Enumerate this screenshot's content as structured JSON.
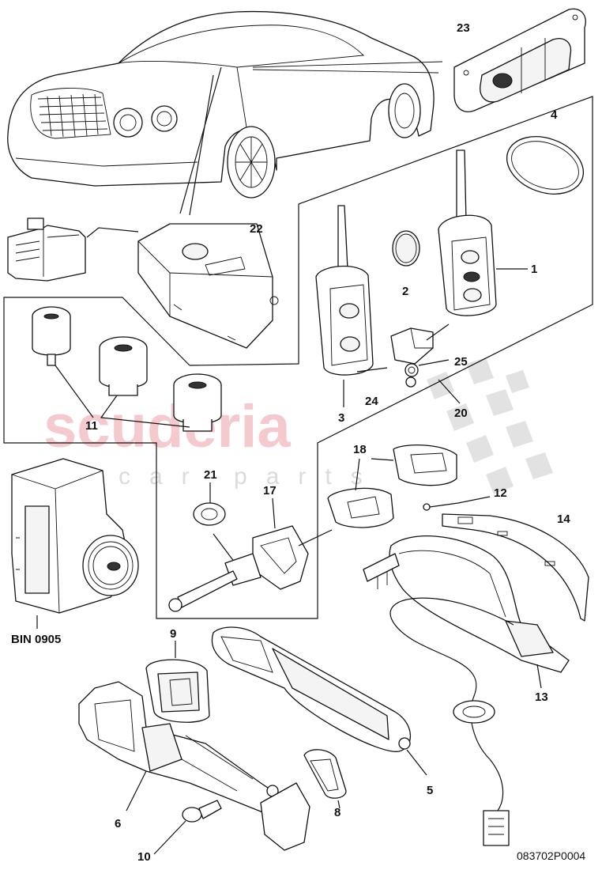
{
  "callouts": {
    "c1": "1",
    "c2": "2",
    "c3": "3",
    "c4": "4",
    "c5": "5",
    "c6": "6",
    "c8": "8",
    "c9": "9",
    "c10": "10",
    "c11": "11",
    "c12": "12",
    "c13": "13",
    "c14": "14",
    "c17": "17",
    "c18": "18",
    "c20": "20",
    "c21": "21",
    "c22": "22",
    "c23": "23",
    "c24": "24",
    "c25": "25"
  },
  "bin_label": "BIN 0905",
  "drawing_code": "083702P0004",
  "watermark": {
    "main": "scuderia",
    "sub": "car parts"
  }
}
